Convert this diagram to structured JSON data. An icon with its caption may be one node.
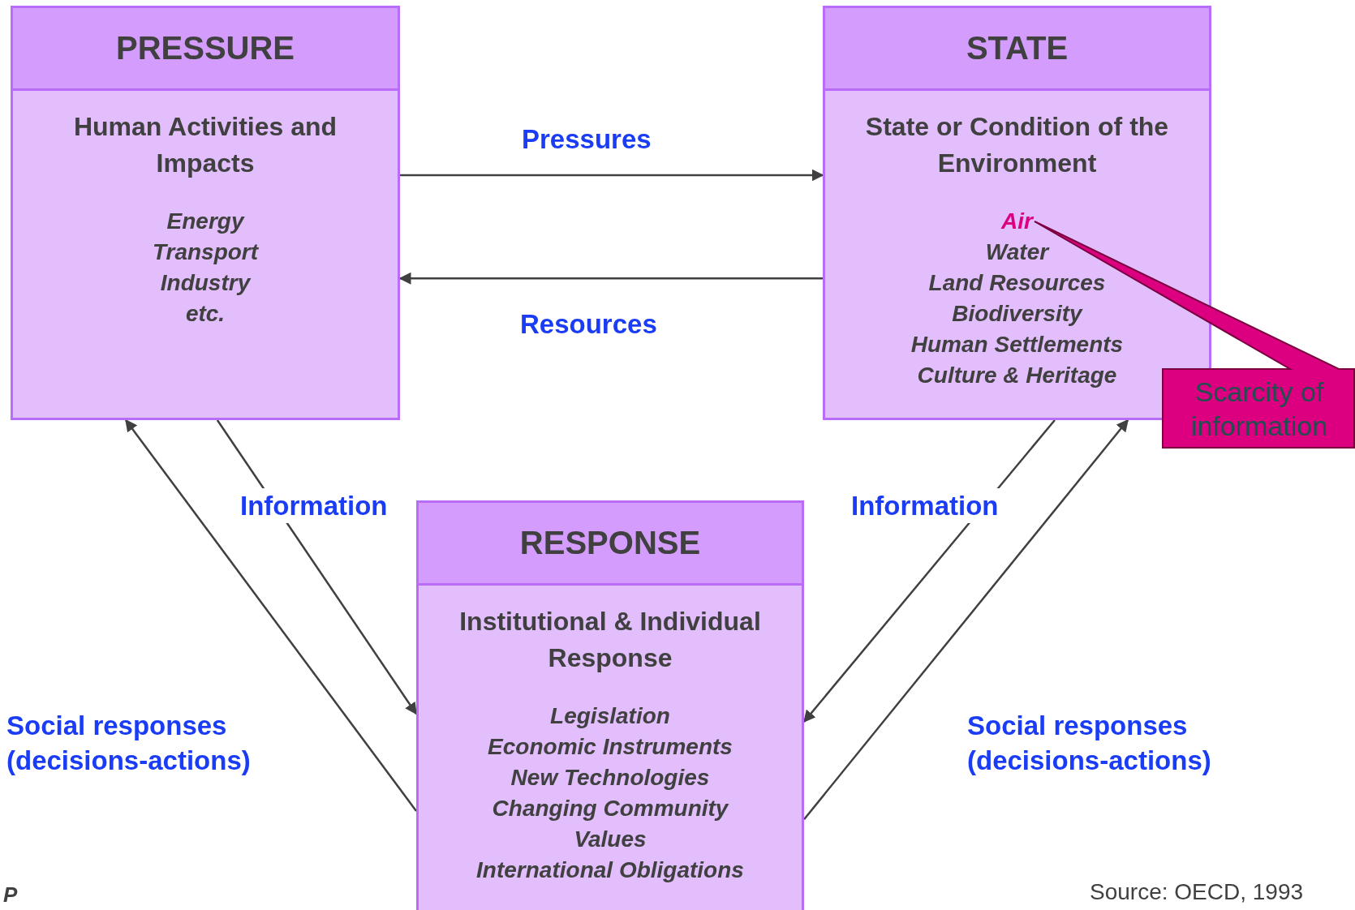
{
  "diagram": {
    "nodes": [
      {
        "text": [
          "PRESSURE",
          "Human Activities and Impacts",
          "Energy",
          "Transport",
          "Industry",
          "etc."
        ]
      },
      {
        "text": [
          "STATE",
          "State or Condition of the Environment",
          "Air",
          "Water",
          "Land Resources",
          "Biodiversity",
          "Human Settlements",
          "Culture & Heritage"
        ]
      },
      {
        "text": [
          "RESPONSE",
          "Institutional & Individual Response",
          "Legislation",
          "Economic Instruments",
          "New Technologies",
          "Changing Community Values",
          "International Obligations"
        ]
      },
      {
        "text": [
          "Scarcity of information"
        ]
      }
    ],
    "edges": [
      {
        "from": 0,
        "to": 1,
        "arrow": "to",
        "label": "Pressures"
      },
      {
        "from": 1,
        "to": 0,
        "arrow": "to",
        "label": "Resources"
      },
      {
        "from": 0,
        "to": 2,
        "arrow": "to",
        "label": "Information"
      },
      {
        "from": 2,
        "to": 0,
        "arrow": "to",
        "label": "Social responses (decisions-actions)"
      },
      {
        "from": 1,
        "to": 2,
        "arrow": "to",
        "label": "Information"
      },
      {
        "from": 2,
        "to": 1,
        "arrow": "to",
        "label": "Social responses (decisions-actions)"
      }
    ],
    "labels": [
      "P",
      "Source: OECD, 1993"
    ]
  }
}
